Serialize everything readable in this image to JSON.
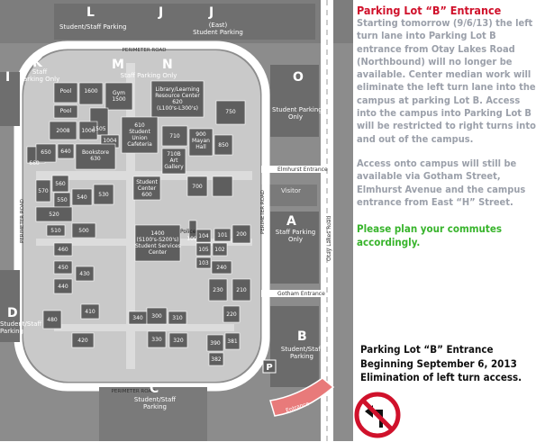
{
  "notice": {
    "title": "Parking Lot “B” Entrance",
    "body": "Starting tomorrow (9/6/13) the left turn lane into Parking Lot B entrance from Otay Lakes Road (Northbound) will no longer be available. Center median work will eliminate the left turn lane into the campus at parking Lot B. Access into the campus into Parking Lot B will be restricted to right turns into and out of the campus.",
    "access": "Access onto campus will still be available via Gotham Street, Elmhurst Avenue and the campus entrance from East “H” Street.",
    "plan": "Please plan your commutes accordingly.",
    "footer": [
      "Parking Lot “B” Entrance",
      "Beginning September 6, 2013",
      "Elimination of left turn access."
    ],
    "colors": {
      "title": "#d0112b",
      "body": "#9ba0aa",
      "plan": "#38b42c",
      "footer": "#111111"
    },
    "sign_icon": "no-left-turn-icon"
  },
  "map": {
    "colors": {
      "background": "#8b8b8b",
      "campus": "#c8c8c8",
      "roads": "#ffffff",
      "lots": "#6e6e6e",
      "buildings": "#5c5c5c",
      "entrance_highlight": "#e87a7a"
    },
    "lots": {
      "L": {
        "letter": "L",
        "lines": [
          "Student/Staff Parking"
        ]
      },
      "J": {
        "letter": "J",
        "lines": [
          ""
        ]
      },
      "J2": {
        "letter": "J",
        "lines": [
          "(East)",
          "Student Parking"
        ]
      },
      "K": {
        "letter": "K",
        "lines": [
          "Staff",
          "Parking Only"
        ]
      },
      "M": {
        "letter": "M",
        "lines": [
          "Staff Parking Only"
        ]
      },
      "N": {
        "letter": "N",
        "lines": [
          ""
        ]
      },
      "I": {
        "letter": "I",
        "lines": [
          "Staff",
          "Parking"
        ]
      },
      "O": {
        "letter": "O",
        "lines": [
          "Student Parking",
          "Only"
        ]
      },
      "A": {
        "letter": "A",
        "lines": [
          "Staff Parking",
          "Only"
        ]
      },
      "D": {
        "letter": "D",
        "lines": [
          "Student/Staff",
          "Parking"
        ]
      },
      "B": {
        "letter": "B",
        "lines": [
          "Student/Staff",
          "Parking"
        ]
      },
      "C": {
        "letter": "C",
        "lines": [
          "Student/Staff",
          "Parking"
        ]
      },
      "P": {
        "letter": "P"
      },
      "Visitor": {
        "letter": "Visitor"
      }
    },
    "roads": {
      "perimeter_top": "PERIMETER ROAD",
      "perimeter_bottom": "PERIMETER ROAD",
      "perimeter_left": "PERIMETER ROAD",
      "perimeter_right": "PERIMETER ROAD",
      "otay": "Otay Lakes Road",
      "elmhurst": "Elmhurst Entrance",
      "gotham": "Gotham Entrance",
      "entrance": "Entrance"
    },
    "buildings": {
      "library": [
        "Library/Learning",
        "Resource Center",
        "620",
        "(L100's-L300's)"
      ],
      "student_union": [
        "610",
        "Student",
        "Union",
        "Cafeteria"
      ],
      "mayan_hall": [
        "900",
        "Mayan",
        "Hall"
      ],
      "art_gallery": [
        "710B",
        "Art",
        "Gallery"
      ],
      "bookstore": [
        "Bookstore",
        "630"
      ],
      "student_center": [
        "Student",
        "Center",
        "600"
      ],
      "student_services": [
        "1400",
        "(S100's-S200's)",
        "Student Services",
        "Center"
      ],
      "police": "Police",
      "gym": [
        "Gym",
        "1500"
      ],
      "b1600": "1600",
      "b1505": "1505",
      "b2008": "2008",
      "b1006": "1006",
      "b1004": "1004",
      "b750": "750",
      "b850": "850",
      "b710": "710",
      "b700": "700",
      "b650": "650",
      "b660": "660",
      "b640": "640",
      "b570": "570",
      "b560": "560",
      "b550": "550",
      "b540": "540",
      "b530": "530",
      "b520": "520",
      "b510": "510",
      "b500": "500",
      "b460": "460",
      "b450": "450",
      "b440": "440",
      "b430": "430",
      "b420": "420",
      "b410": "410",
      "b480": "480",
      "b340": "340",
      "b330": "330",
      "b320": "320",
      "b310": "310",
      "b300": "300",
      "b210": "210",
      "b220": "220",
      "b230": "230",
      "b240": "240",
      "b390": "390",
      "b381": "381",
      "b382": "382",
      "b104": "104",
      "b105": "105",
      "b102": "102",
      "b101": "101",
      "b103": "103",
      "b109": "109",
      "b200": "200",
      "pool1": "Pool",
      "pool2": "Pool"
    }
  }
}
